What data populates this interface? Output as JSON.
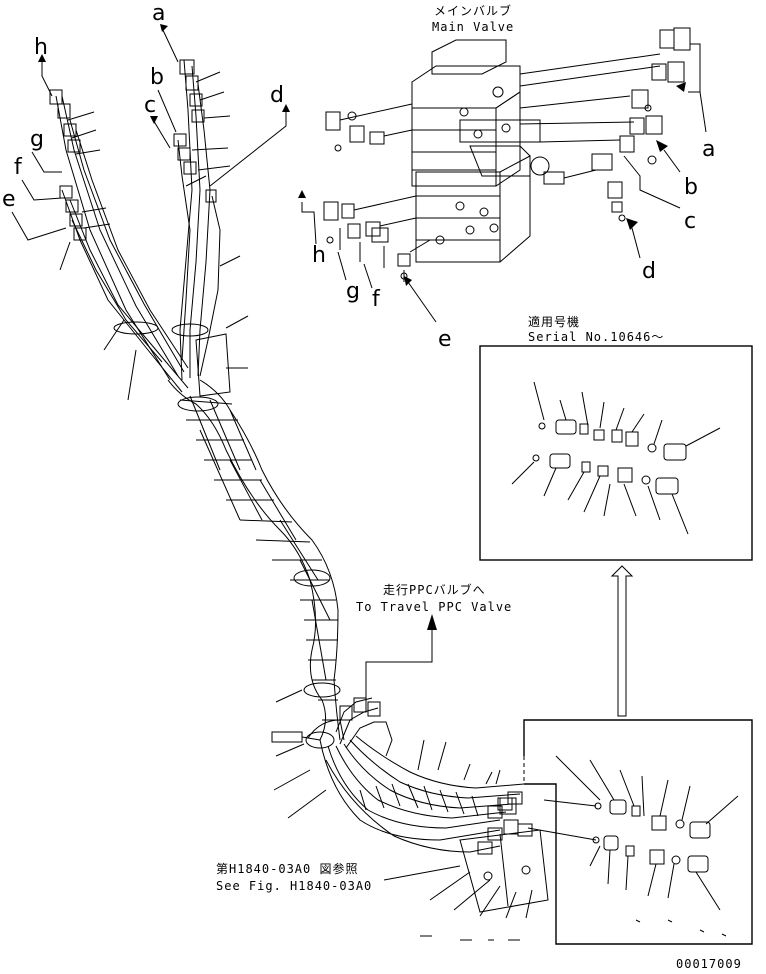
{
  "figure": {
    "main_valve_caption_jp": "メインバルブ",
    "main_valve_caption_en": "Main Valve",
    "serial_caption_jp": "適用号機",
    "serial_caption_en": "Serial No.10646～",
    "travel_caption_jp": "走行PPCバルブへ",
    "travel_caption_en": "To Travel PPC Valve",
    "ref_caption_jp": "第H1840-03A0 図参照",
    "ref_caption_en": "See Fig. H1840-03A0",
    "drawing_number": "00017009"
  },
  "port_labels": {
    "a": "a",
    "b": "b",
    "c": "c",
    "d": "d",
    "e": "e",
    "f": "f",
    "g": "g",
    "h": "h"
  }
}
